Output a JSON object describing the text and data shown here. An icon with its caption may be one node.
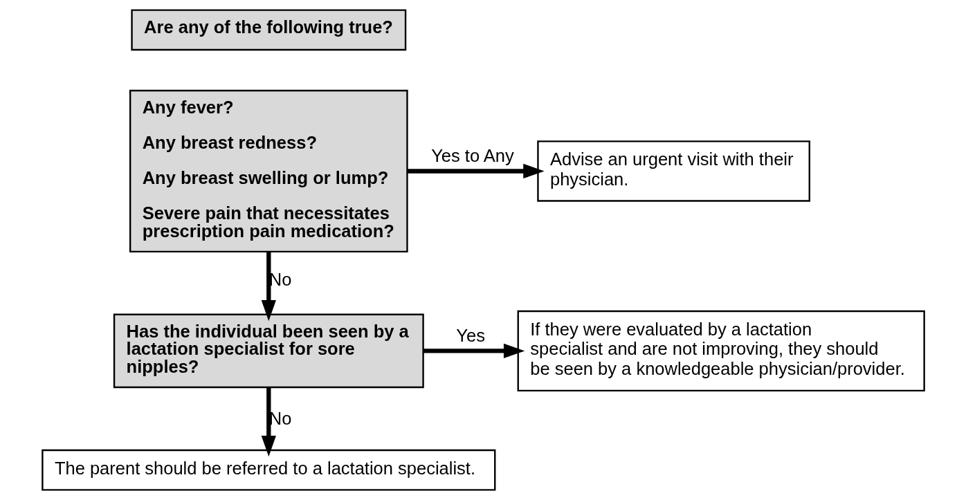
{
  "diagram": {
    "nodes": [
      {
        "text": [
          "Are any of the following true?"
        ]
      },
      {
        "text": [
          "Any fever?",
          "Any breast redness?",
          "Any breast swelling or lump?",
          "Severe pain that necessitates prescription pain medication?"
        ]
      },
      {
        "text": [
          "Advise an urgent visit with their physician."
        ]
      },
      {
        "text": [
          "Has the individual been seen by a lactation specialist for sore nipples?"
        ]
      },
      {
        "text": [
          "If they were evaluated by a lactation specialist and are not improving, they should be seen by a knowledgeable physician/provider."
        ]
      },
      {
        "text": [
          "The parent should be referred to a lactation specialist."
        ]
      }
    ],
    "edges": [
      {
        "from": 1,
        "to": 2,
        "arrow": "to",
        "label": "Yes to Any"
      },
      {
        "from": 1,
        "to": 3,
        "arrow": "to",
        "label": "No"
      },
      {
        "from": 3,
        "to": 4,
        "arrow": "to",
        "label": "Yes"
      },
      {
        "from": 3,
        "to": 5,
        "arrow": "to",
        "label": "No"
      }
    ]
  }
}
